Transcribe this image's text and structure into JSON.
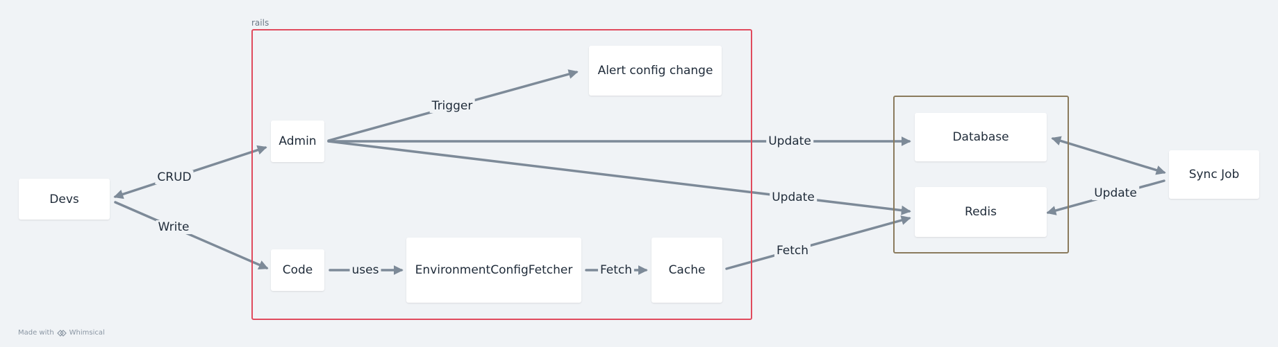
{
  "frames": {
    "rails": {
      "title": "rails"
    }
  },
  "nodes": {
    "devs": "Devs",
    "admin": "Admin",
    "code": "Code",
    "alert": "Alert config change",
    "env_fetcher": "EnvironmentConfigFetcher",
    "cache": "Cache",
    "database": "Database",
    "redis": "Redis",
    "sync_job": "Sync Job"
  },
  "edges": {
    "crud": "CRUD",
    "write": "Write",
    "trigger": "Trigger",
    "update_db": "Update",
    "update_redis": "Update",
    "uses": "uses",
    "fetch_cache": "Fetch",
    "fetch_redis": "Fetch",
    "sync_update": "Update"
  },
  "colors": {
    "background": "#f0f3f6",
    "edge": "#7d8a98",
    "rails_frame": "#e04a5d",
    "store_frame": "#8a7a5c"
  },
  "watermark": {
    "prefix": "Made with",
    "brand": "Whimsical"
  }
}
